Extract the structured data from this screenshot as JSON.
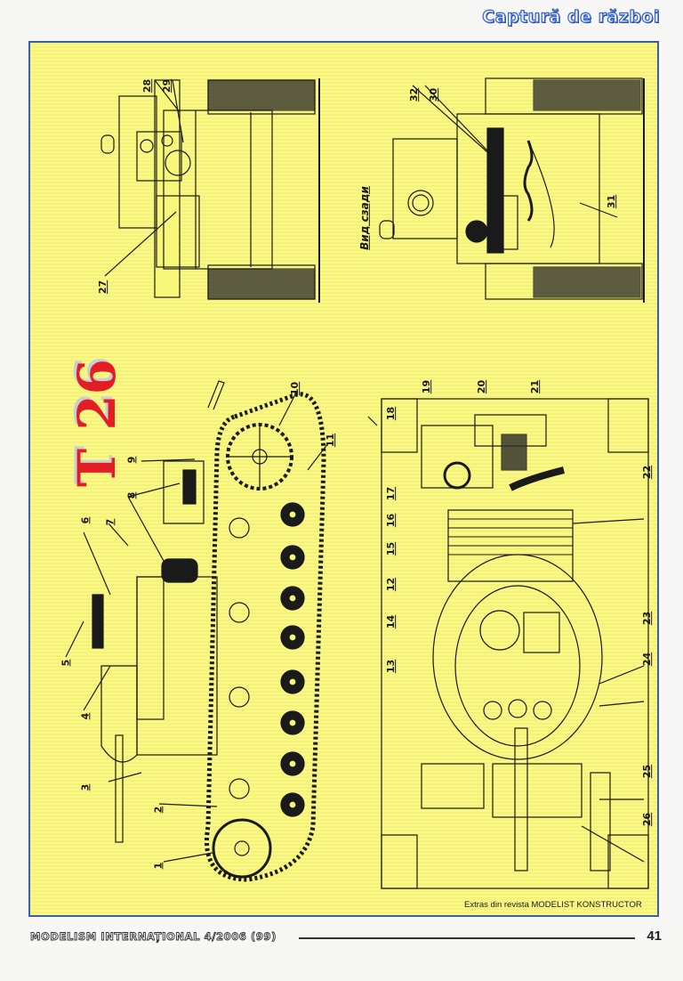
{
  "header": {
    "section_title": "Captură de război",
    "accent_color": "#3a64c8"
  },
  "panel": {
    "background_color": "#f8f77a",
    "border_color": "#3a5ea8",
    "title": "T 26",
    "title_color": "#e41d24",
    "credit": "Extras din revista MODELIST KONSTRUCTOR",
    "views": {
      "front_view": {
        "labels": [
          "27",
          "28",
          "29"
        ]
      },
      "rear_view": {
        "caption": "Вид сзади",
        "labels": [
          "30",
          "31",
          "32"
        ]
      },
      "side_view": {
        "labels": [
          "1",
          "2",
          "3",
          "4",
          "5",
          "6",
          "7",
          "8",
          "9",
          "10",
          "11"
        ]
      },
      "top_view": {
        "labels": [
          "12",
          "13",
          "14",
          "15",
          "16",
          "17",
          "18",
          "19",
          "20",
          "21",
          "22",
          "23",
          "24",
          "25",
          "26"
        ]
      }
    }
  },
  "footer": {
    "magazine": "MODELISM INTERNAȚIONAL 4/2006 (99)",
    "page_number": "41"
  }
}
